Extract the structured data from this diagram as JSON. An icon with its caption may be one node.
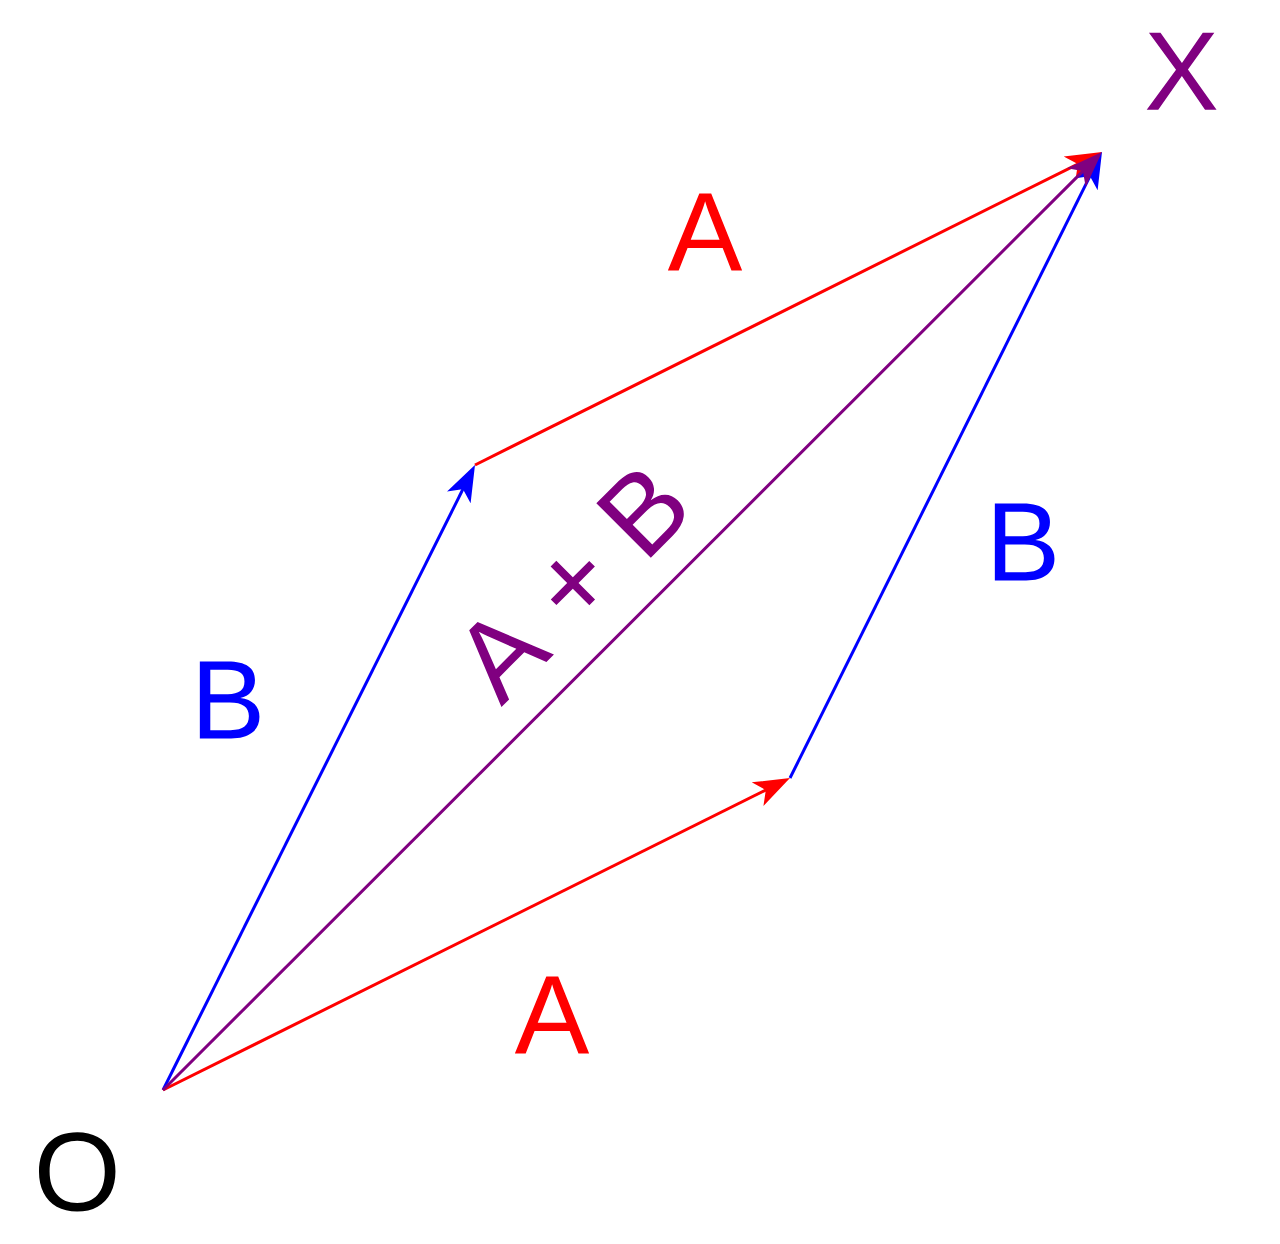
{
  "diagram": {
    "nodes": [
      {
        "text": [
          "O"
        ]
      },
      {
        "text": [
          "X"
        ]
      }
    ],
    "edges": [
      {
        "from": 0,
        "to": null,
        "arrow": "to",
        "label": "B",
        "color": "#0000ff"
      },
      {
        "from": null,
        "to": 1,
        "arrow": "to",
        "label": "A",
        "color": "#ff0000"
      },
      {
        "from": 0,
        "to": null,
        "arrow": "to",
        "label": "A",
        "color": "#ff0000"
      },
      {
        "from": null,
        "to": 1,
        "arrow": "to",
        "label": "B",
        "color": "#0000ff"
      },
      {
        "from": 0,
        "to": 1,
        "arrow": "to",
        "label": "A + B",
        "color": "#800080"
      }
    ]
  }
}
